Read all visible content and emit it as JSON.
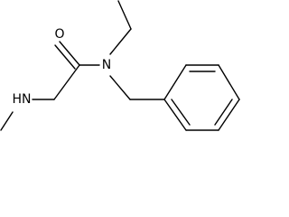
{
  "molecule": {
    "atoms": {
      "carbonyl_oxygen": "O",
      "amide_nitrogen": "N",
      "amine_group": "HN"
    },
    "colors": {
      "bond": "#000000",
      "label": "#000000",
      "background": "#ffffff"
    }
  }
}
